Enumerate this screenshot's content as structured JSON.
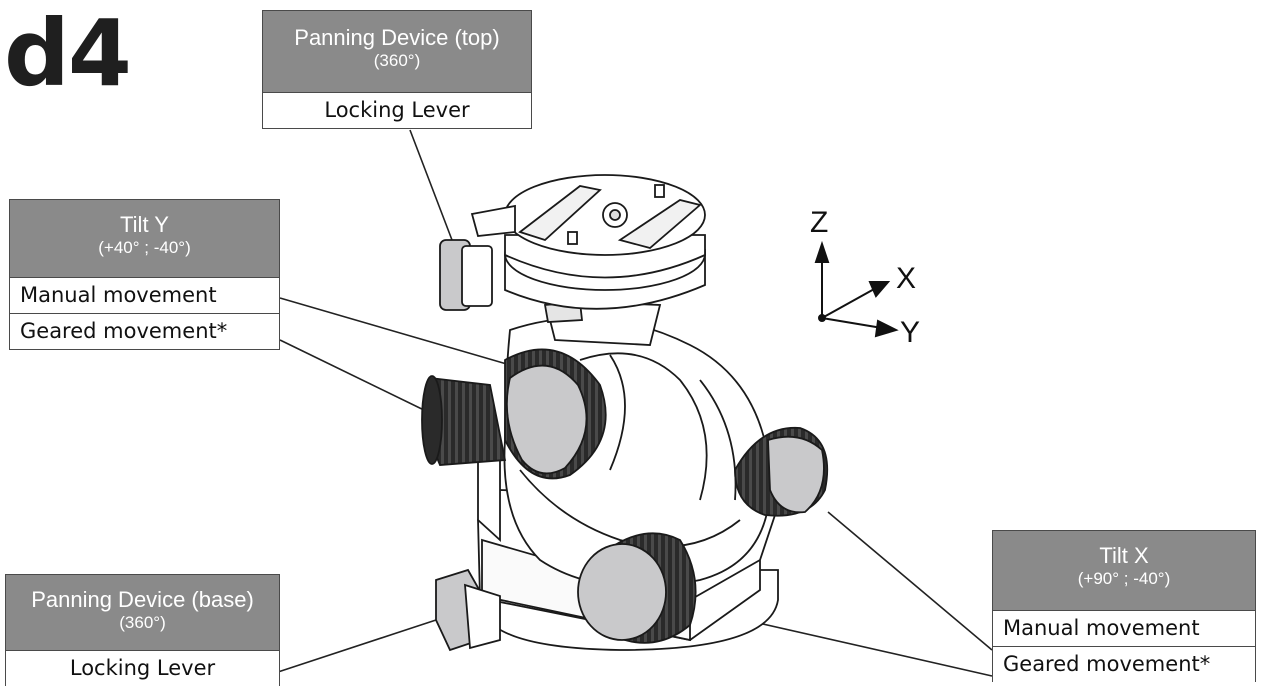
{
  "model": "d4",
  "labels": {
    "pan_top": {
      "title": "Panning Device (top)",
      "range": "(360°)",
      "rows": [
        "Locking Lever"
      ]
    },
    "tilt_y": {
      "title": "Tilt Y",
      "range": "(+40° ; -40°)",
      "rows": [
        "Manual movement",
        "Geared movement*"
      ]
    },
    "pan_base": {
      "title": "Panning Device (base)",
      "range": "(360°)",
      "rows": [
        "Locking Lever"
      ]
    },
    "tilt_x": {
      "title": "Tilt X",
      "range": "(+90° ; -40°)",
      "rows": [
        "Manual movement",
        "Geared movement*"
      ]
    }
  },
  "axes": {
    "z": "Z",
    "x": "X",
    "y": "Y"
  },
  "colors": {
    "header_fill": "#8a8a8a",
    "knob_fill": "#c9c9cb",
    "outline": "#1a1a1a"
  }
}
